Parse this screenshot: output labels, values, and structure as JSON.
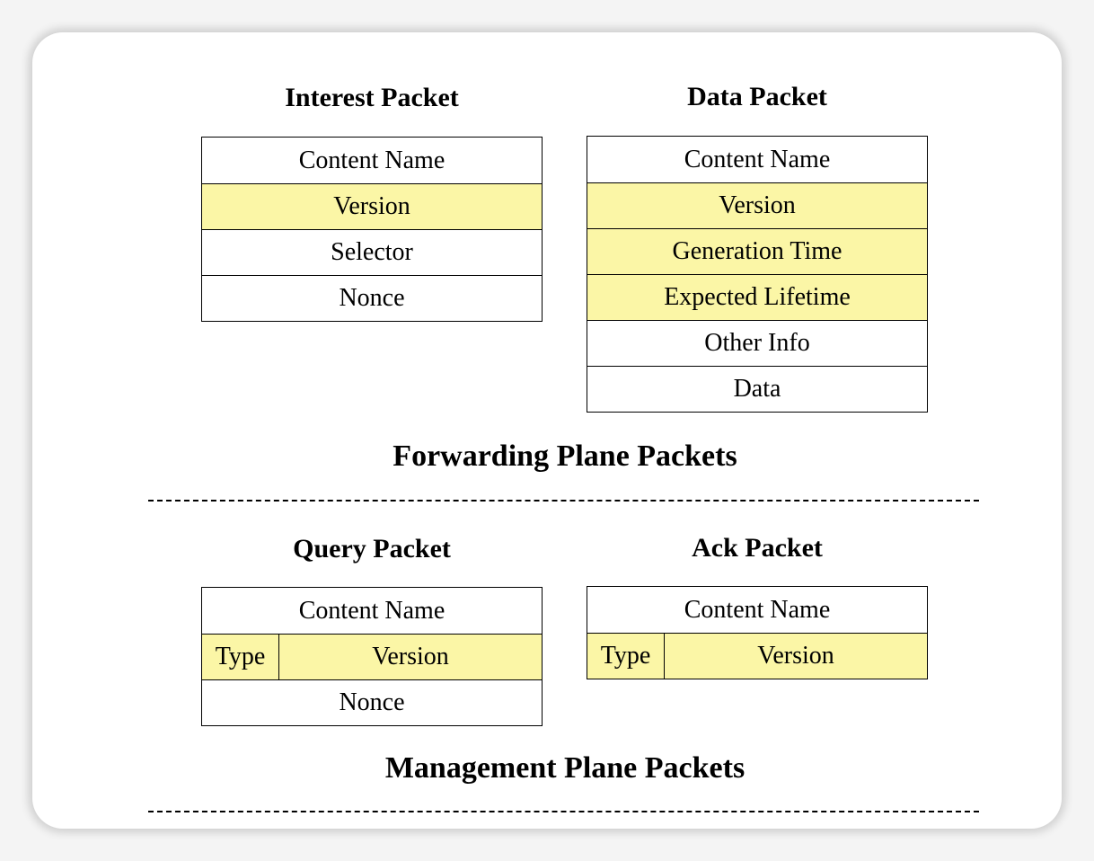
{
  "forwarding": {
    "interest": {
      "title": "Interest Packet",
      "rows": [
        "Content Name",
        "Version",
        "Selector",
        "Nonce"
      ]
    },
    "data": {
      "title": "Data Packet",
      "rows": [
        "Content Name",
        "Version",
        "Generation Time",
        "Expected Lifetime",
        "Other Info",
        "Data"
      ]
    },
    "section_title": "Forwarding Plane Packets"
  },
  "management": {
    "query": {
      "title": "Query Packet",
      "content_name": "Content Name",
      "type": "Type",
      "version": "Version",
      "nonce": "Nonce"
    },
    "ack": {
      "title": "Ack Packet",
      "content_name": "Content Name",
      "type": "Type",
      "version": "Version"
    },
    "section_title": "Management Plane Packets"
  },
  "colors": {
    "highlight": "#fbf6a6",
    "border": "#000000"
  }
}
